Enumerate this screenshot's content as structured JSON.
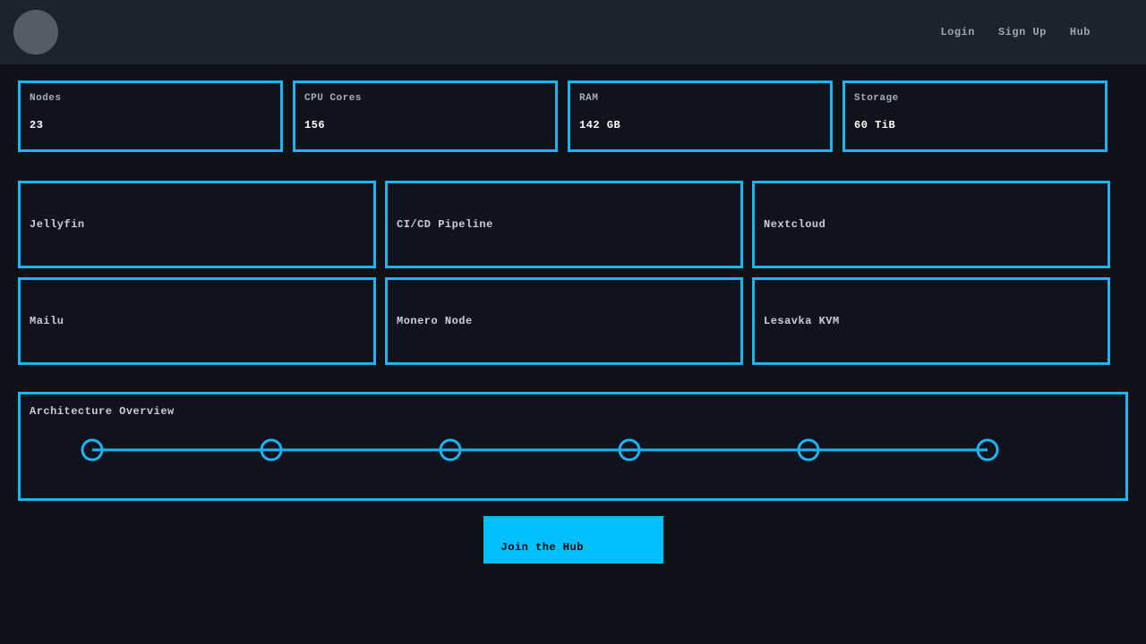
{
  "navbar": {
    "links": [
      {
        "label": "Login"
      },
      {
        "label": "Sign Up"
      },
      {
        "label": "Hub"
      }
    ]
  },
  "stats": [
    {
      "label": "Nodes",
      "value": "23"
    },
    {
      "label": "CPU Cores",
      "value": "156"
    },
    {
      "label": "RAM",
      "value": "142 GB"
    },
    {
      "label": "Storage",
      "value": "60 TiB"
    }
  ],
  "services": [
    {
      "title": "Jellyfin"
    },
    {
      "title": "CI/CD Pipeline"
    },
    {
      "title": "Nextcloud"
    },
    {
      "title": "Mailu"
    },
    {
      "title": "Monero Node"
    },
    {
      "title": "Lesavka KVM"
    }
  ],
  "architecture": {
    "title": "Architecture Overview",
    "node_count": 6
  },
  "cta": {
    "label": "Join the Hub"
  },
  "colors": {
    "accent": "#1db4f2",
    "button": "#00bfff",
    "page_bg": "#0f1117",
    "nav_bg": "#1e222b"
  }
}
